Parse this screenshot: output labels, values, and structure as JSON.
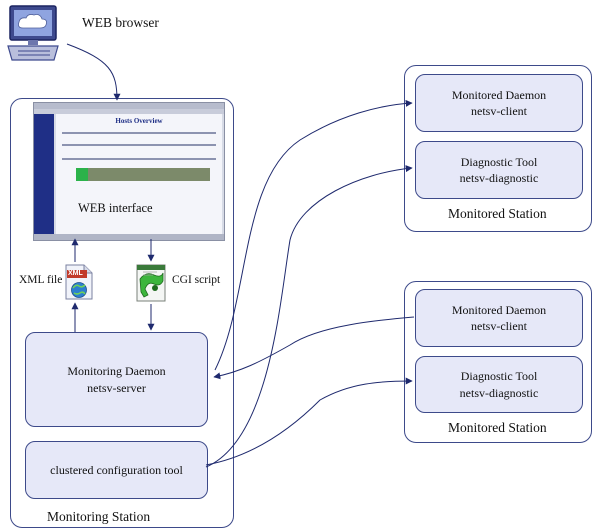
{
  "web_browser": {
    "label": "WEB browser"
  },
  "monitoring_station": {
    "label": "Monitoring Station",
    "web_interface_label": "WEB interface",
    "screenshot_title": "Hosts Overview",
    "xml_file_label": "XML file",
    "xml_icon_text": "XML",
    "cgi_script_label": "CGI script",
    "daemon": {
      "line1": "Monitoring Daemon",
      "line2": "netsv-server"
    },
    "config_tool": {
      "line1": "clustered configuration tool"
    }
  },
  "monitored_stations": [
    {
      "label": "Monitored Station",
      "daemon": {
        "line1": "Monitored Daemon",
        "line2": "netsv-client"
      },
      "tool": {
        "line1": "Diagnostic Tool",
        "line2": "netsv-diagnostic"
      }
    },
    {
      "label": "Monitored Station",
      "daemon": {
        "line1": "Monitored Daemon",
        "line2": "netsv-client"
      },
      "tool": {
        "line1": "Diagnostic Tool",
        "line2": "netsv-diagnostic"
      }
    }
  ],
  "colors": {
    "stroke": "#1f2a6e",
    "box_fill": "#e6e8f8",
    "border": "#3d4a8a"
  }
}
